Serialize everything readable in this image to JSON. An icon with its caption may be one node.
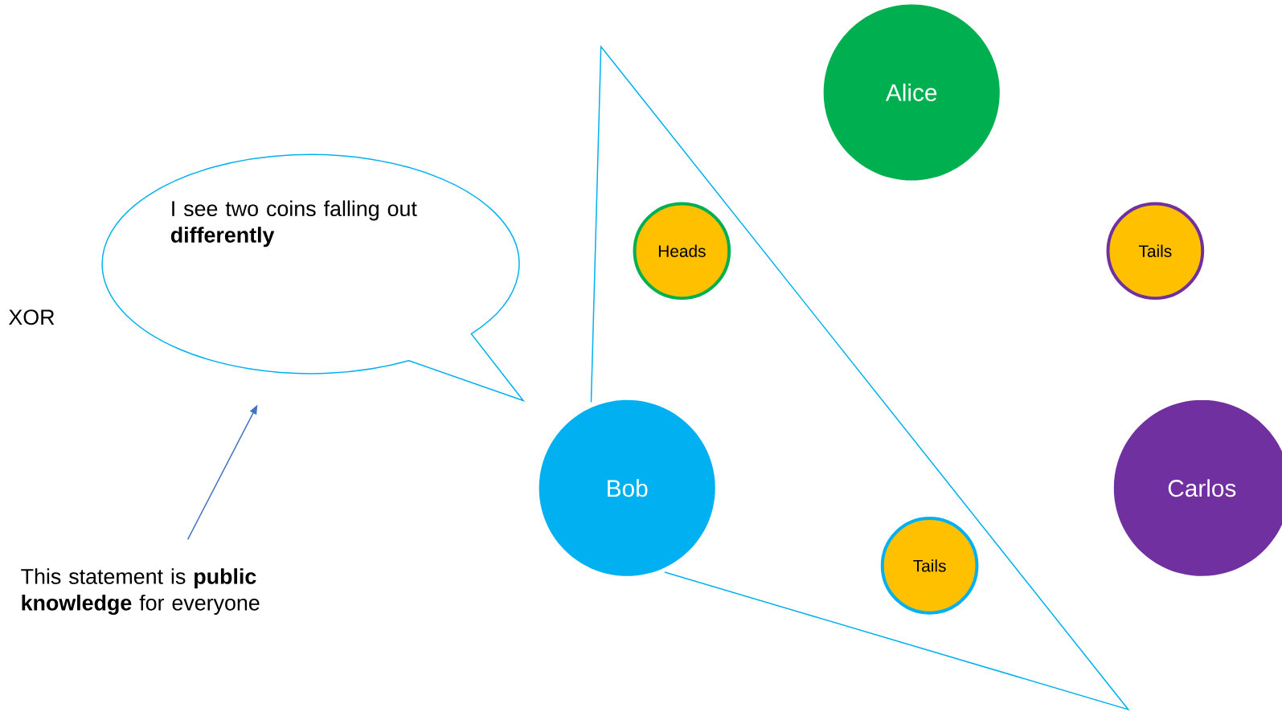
{
  "diagram": {
    "nodes": [
      {
        "text": [
          "Alice"
        ]
      },
      {
        "text": [
          "Heads"
        ]
      },
      {
        "text": [
          "Tails"
        ]
      },
      {
        "text": [
          "I see two coins falling out **differently**"
        ]
      },
      {
        "text": [
          "Bob"
        ]
      },
      {
        "text": [
          "Tails"
        ]
      },
      {
        "text": [
          "Carlos"
        ]
      },
      {
        "text": [
          "This statement is **public knowledge** for everyone"
        ]
      }
    ],
    "edges": [
      {
        "from": 7,
        "to": 3,
        "arrow": "to",
        "color": "#4472c4"
      }
    ],
    "labels": [
      "XOR"
    ]
  }
}
